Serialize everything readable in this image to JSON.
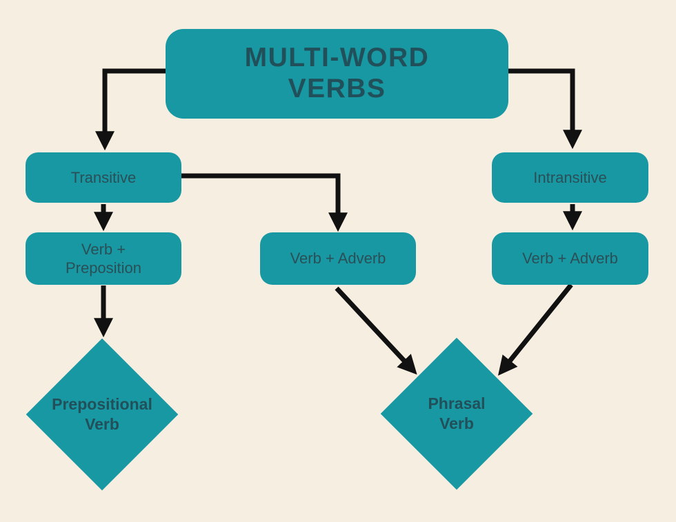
{
  "diagram": {
    "title_lines": [
      "MULTI-WORD",
      "VERBS"
    ],
    "nodes": {
      "transitive": "Transitive",
      "intransitive": "Intransitive",
      "verb_preposition": "Verb + Preposition",
      "verb_adverb_middle": "Verb + Adverb",
      "verb_adverb_right": "Verb + Adverb",
      "prepositional_verb": "Prepositional Verb",
      "phrasal_verb": "Phrasal Verb"
    }
  },
  "theme": {
    "background": "#f6eee1",
    "node_fill": "#1898a2",
    "title_text": "#21505a",
    "node_text": "#2b4f57",
    "arrow": "#111111"
  }
}
